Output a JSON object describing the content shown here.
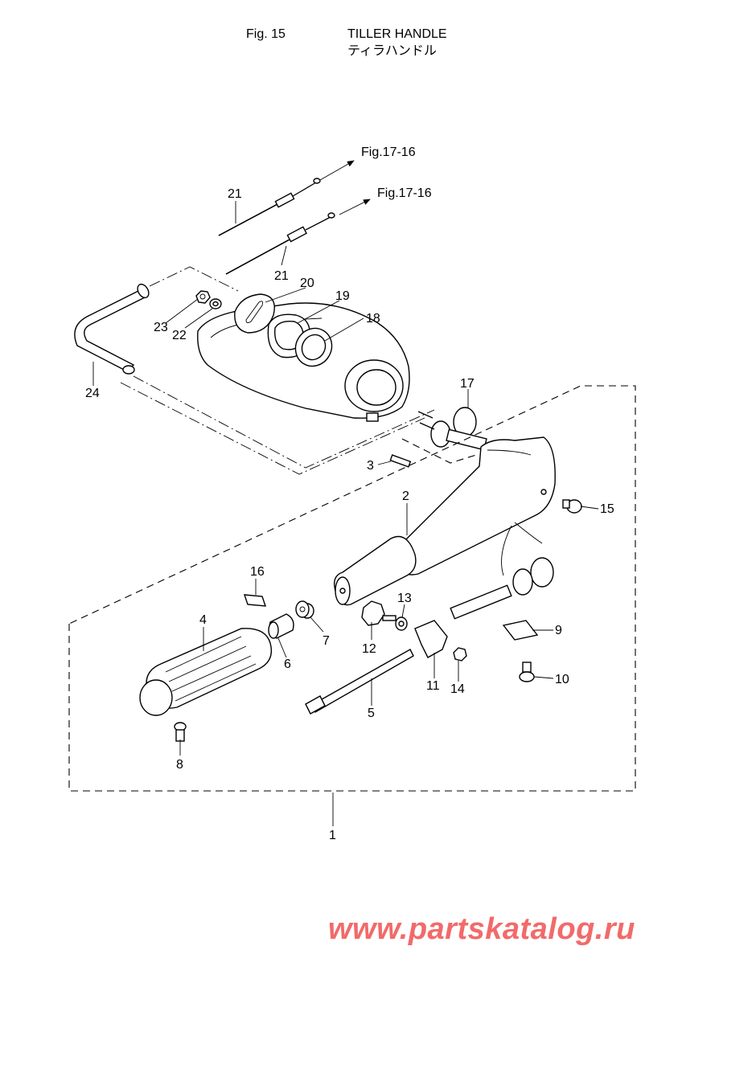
{
  "header": {
    "fig_number": "Fig. 15",
    "title": "TILLER HANDLE",
    "title_jp": "ティラハンドル"
  },
  "references": {
    "ref_a": "Fig.17-16",
    "ref_b": "Fig.17-16"
  },
  "callouts": {
    "p1": "1",
    "p2": "2",
    "p3": "3",
    "p4": "4",
    "p5": "5",
    "p6": "6",
    "p7": "7",
    "p8": "8",
    "p9": "9",
    "p10": "10",
    "p11": "11",
    "p12": "12",
    "p13": "13",
    "p14": "14",
    "p15": "15",
    "p16": "16",
    "p17": "17",
    "p18": "18",
    "p19": "19",
    "p20": "20",
    "p21a": "21",
    "p21b": "21",
    "p22": "22",
    "p23": "23",
    "p24": "24"
  },
  "watermark": "www.partskatalog.ru",
  "colors": {
    "watermark": "#f26a6a",
    "line": "#000000"
  }
}
